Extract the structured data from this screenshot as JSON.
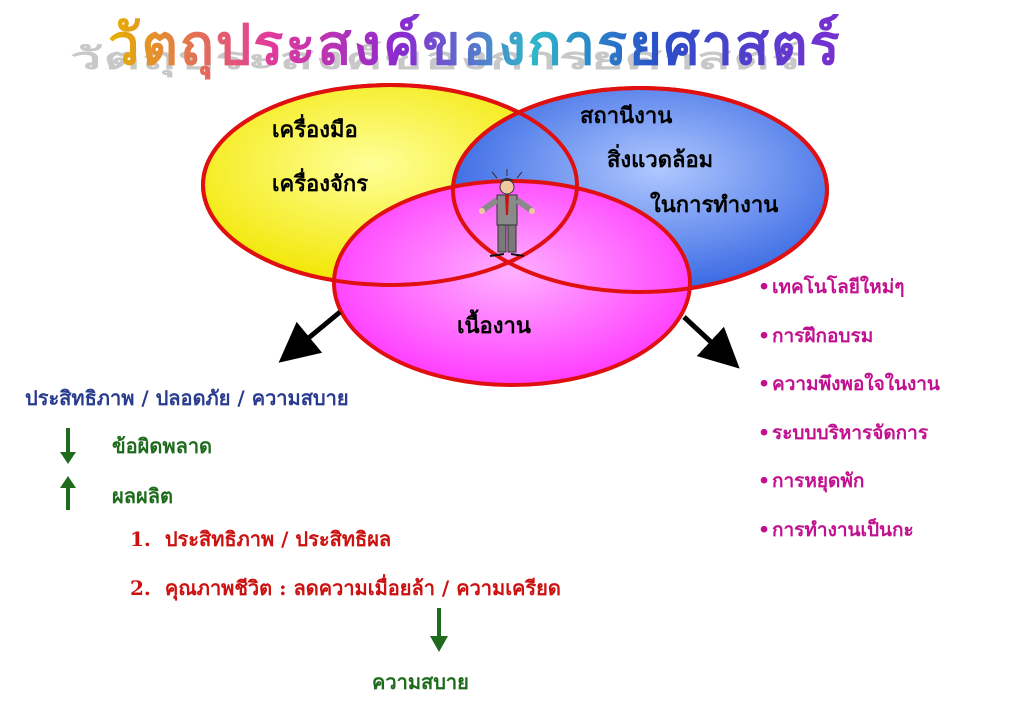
{
  "title": "วัตถุประสงค์ของการยศาสตร์",
  "venn": {
    "yellow": [
      "เครื่องมือ",
      "เครื่องจักร"
    ],
    "blue": [
      "สถานีงาน",
      "สิ่งแวดล้อม",
      "ในการทำงาน"
    ],
    "pink": "เนื้องาน",
    "colors": {
      "yellow": "#ffff33",
      "blue": "#4a80f0",
      "pink": "#ff44ff",
      "outline": "#e01010"
    }
  },
  "right_list": [
    "เทคโนโลยีใหม่ๆ",
    "การฝึกอบรม",
    "ความพึงพอใจในงาน",
    "ระบบบริหารจัดการ",
    "การหยุดพัก",
    "การทำงานเป็นกะ"
  ],
  "left": {
    "headline": "ประสิทธิภาพ / ปลอดภัย / ความสบาย",
    "down_item": "ข้อผิดพลาด",
    "up_item": "ผลผลิต",
    "numbered": [
      {
        "num": "1.",
        "text": "ประสิทธิภาพ / ประสิทธิผล"
      },
      {
        "num": "2.",
        "text": "คุณภาพชีวิต : ลดความเมื่อยล้า / ความเครียด"
      }
    ],
    "result": "ความสบาย"
  }
}
